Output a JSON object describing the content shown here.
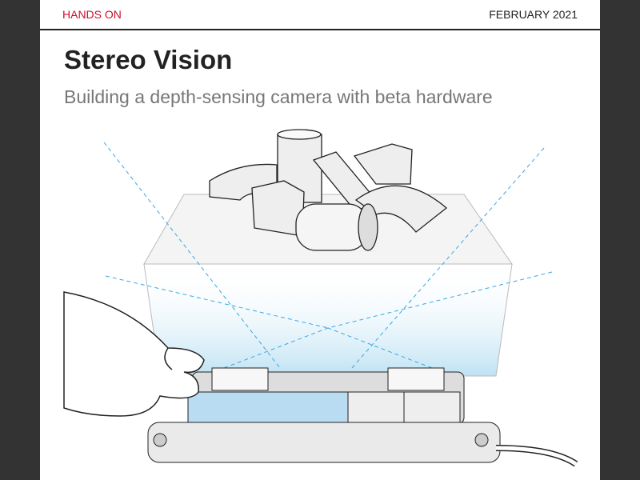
{
  "header": {
    "section": "HANDS ON",
    "date": "FEBRUARY 2021"
  },
  "article": {
    "title": "Stereo Vision",
    "subtitle": "Building a depth-sensing camera with beta hardware"
  },
  "illustration": {
    "icon": "stereo-camera-illustration",
    "accent": "#3aa7e0"
  }
}
